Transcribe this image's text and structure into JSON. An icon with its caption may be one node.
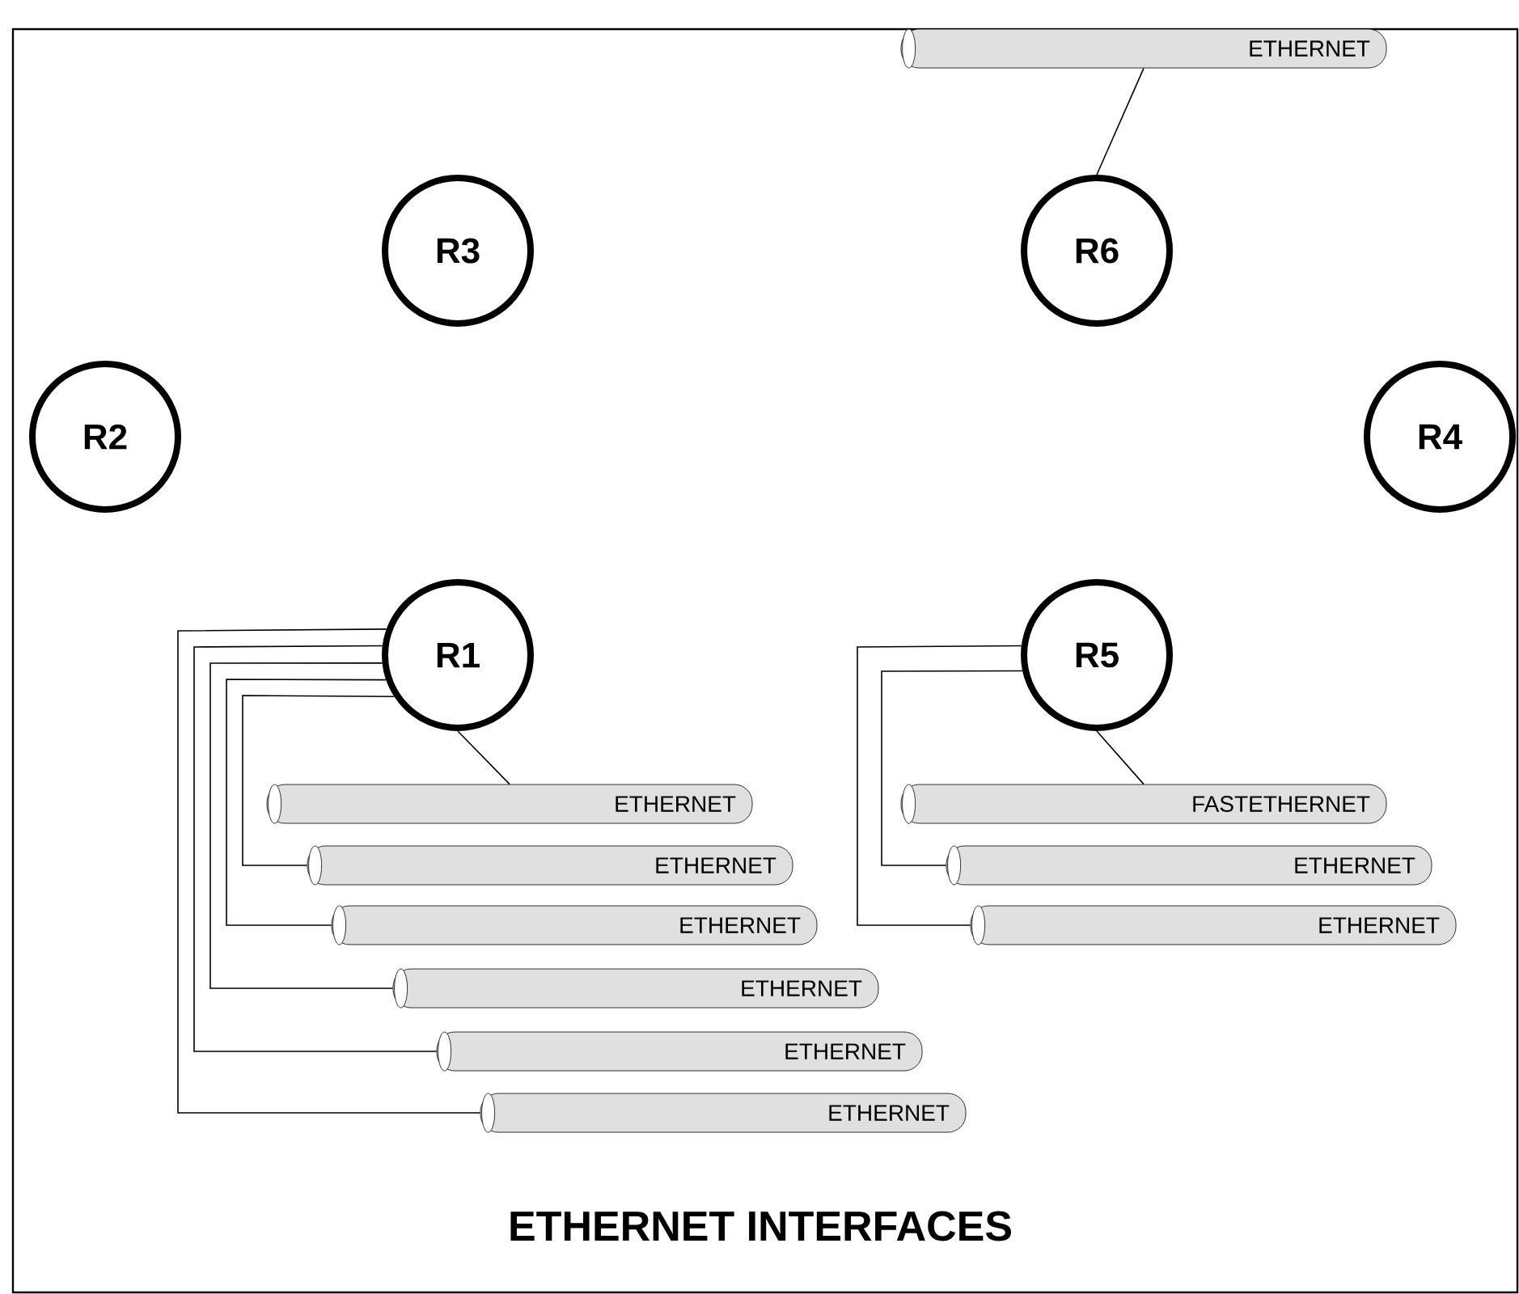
{
  "diagram": {
    "title": "ETHERNET INTERFACES",
    "nodes": [
      {
        "text": [
          "R3"
        ]
      },
      {
        "text": [
          "R6"
        ]
      },
      {
        "text": [
          "R2"
        ]
      },
      {
        "text": [
          "R4"
        ]
      },
      {
        "text": [
          "R1"
        ]
      },
      {
        "text": [
          "R5"
        ]
      },
      {
        "text": [
          "ETHERNET"
        ]
      },
      {
        "text": [
          "ETHERNET"
        ]
      },
      {
        "text": [
          "ETHERNET"
        ]
      },
      {
        "text": [
          "ETHERNET"
        ]
      },
      {
        "text": [
          "ETHERNET"
        ]
      },
      {
        "text": [
          "ETHERNET"
        ]
      },
      {
        "text": [
          "ETHERNET"
        ]
      },
      {
        "text": [
          "FASTETHERNET"
        ]
      },
      {
        "text": [
          "ETHERNET"
        ]
      },
      {
        "text": [
          "ETHERNET"
        ]
      }
    ],
    "edges": [
      {
        "from": 1,
        "to": 6,
        "arrow": "none"
      },
      {
        "from": 4,
        "to": 7,
        "arrow": "none"
      },
      {
        "from": 4,
        "to": 8,
        "arrow": "none"
      },
      {
        "from": 4,
        "to": 9,
        "arrow": "none"
      },
      {
        "from": 4,
        "to": 10,
        "arrow": "none"
      },
      {
        "from": 4,
        "to": 11,
        "arrow": "none"
      },
      {
        "from": 4,
        "to": 12,
        "arrow": "none"
      },
      {
        "from": 5,
        "to": 13,
        "arrow": "none"
      },
      {
        "from": 5,
        "to": 14,
        "arrow": "none"
      },
      {
        "from": 5,
        "to": 15,
        "arrow": "none"
      }
    ]
  }
}
